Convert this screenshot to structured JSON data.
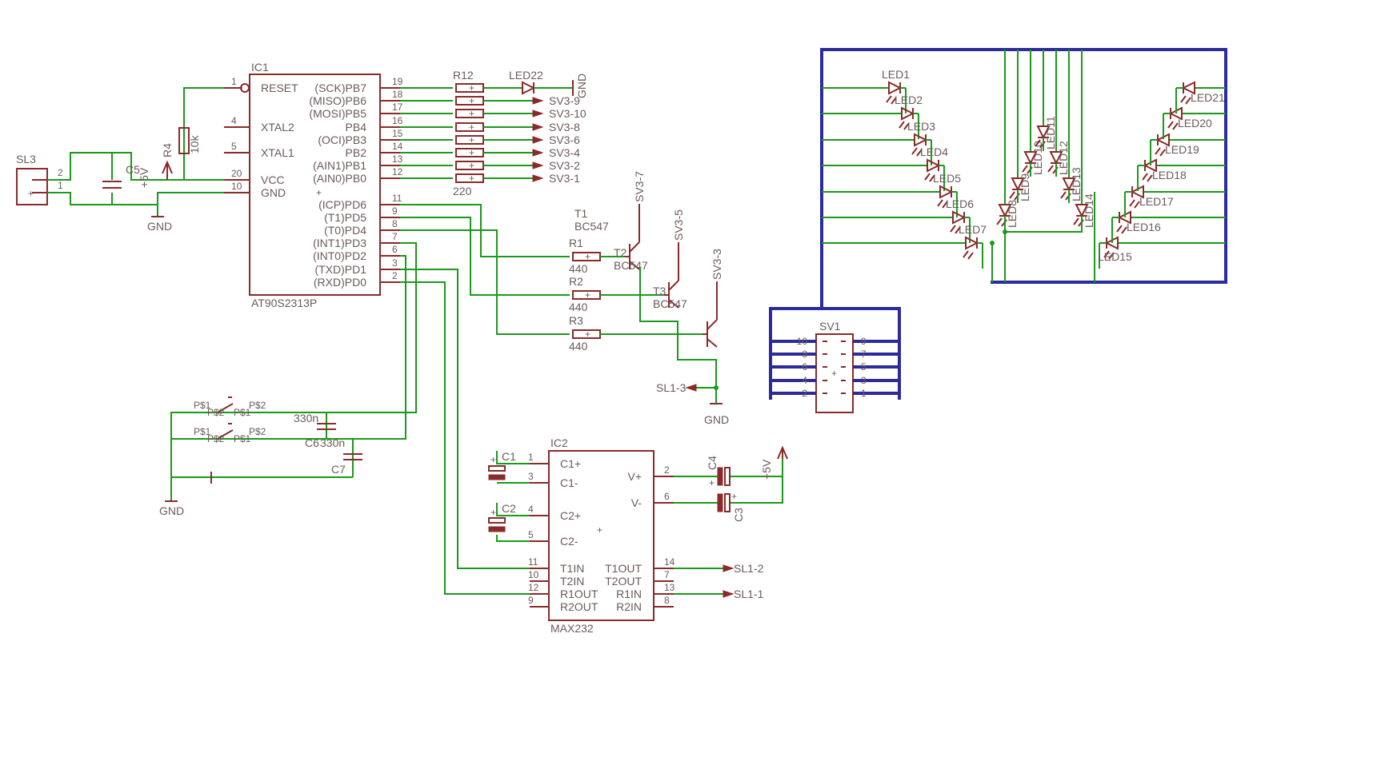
{
  "ic1": {
    "ref": "IC1",
    "part": "AT90S2313P",
    "left_pins": [
      {
        "num": "1",
        "name": "RESET"
      },
      {
        "num": "4",
        "name": "XTAL2"
      },
      {
        "num": "5",
        "name": "XTAL1"
      },
      {
        "num": "20",
        "name": "VCC"
      },
      {
        "num": "10",
        "name": "GND"
      }
    ],
    "right_pins": [
      {
        "num": "19",
        "name": "(SCK)PB7"
      },
      {
        "num": "18",
        "name": "(MISO)PB6"
      },
      {
        "num": "17",
        "name": "(MOSI)PB5"
      },
      {
        "num": "16",
        "name": "PB4"
      },
      {
        "num": "15",
        "name": "(OCI)PB3"
      },
      {
        "num": "14",
        "name": "PB2"
      },
      {
        "num": "13",
        "name": "(AIN1)PB1"
      },
      {
        "num": "12",
        "name": "(AIN0)PB0"
      },
      {
        "num": "11",
        "name": "(ICP)PD6"
      },
      {
        "num": "9",
        "name": "(T1)PD5"
      },
      {
        "num": "8",
        "name": "(T0)PD4"
      },
      {
        "num": "7",
        "name": "(INT1)PD3"
      },
      {
        "num": "6",
        "name": "(INT0)PD2"
      },
      {
        "num": "3",
        "name": "(TXD)PD1"
      },
      {
        "num": "2",
        "name": "(RXD)PD0"
      }
    ]
  },
  "sl3": {
    "ref": "SL3",
    "pin2": "2",
    "pin1": "1"
  },
  "c5": {
    "ref": "C5",
    "supply": "+5V"
  },
  "r4": {
    "ref": "R4",
    "value": "10k"
  },
  "gnd_labels": {
    "gnd1": "GND",
    "gnd2": "GND",
    "gnd3": "GND",
    "led22_gnd": "GND"
  },
  "r12": {
    "ref": "R12",
    "value": "220"
  },
  "led22": {
    "ref": "LED22"
  },
  "pb_nets": [
    "SV3-9",
    "SV3-10",
    "SV3-8",
    "SV3-6",
    "SV3-4",
    "SV3-2",
    "SV3-1"
  ],
  "transistors": {
    "t1": {
      "ref": "T1",
      "part": "BC547"
    },
    "t2": {
      "ref": "T2",
      "part": "BC547"
    },
    "t3": {
      "ref": "T3",
      "part": "BC547"
    },
    "top_nets": [
      "SV3-7",
      "SV3-5",
      "SV3-3"
    ],
    "emitter_net": "SL1-3"
  },
  "resistors": [
    {
      "ref": "R1",
      "value": "440"
    },
    {
      "ref": "R2",
      "value": "440"
    },
    {
      "ref": "R3",
      "value": "440"
    }
  ],
  "switches": {
    "p1": "P$1",
    "p2": "P$2"
  },
  "caps_sw": {
    "c6_ref": "C6",
    "c6_value": "330n",
    "c7_ref": "C7",
    "c7_value": "330n"
  },
  "ic2": {
    "ref": "IC2",
    "part": "MAX232",
    "left_pins": [
      {
        "num": "1",
        "name": "C1+"
      },
      {
        "num": "3",
        "name": "C1-"
      },
      {
        "num": "4",
        "name": "C2+"
      },
      {
        "num": "5",
        "name": "C2-"
      },
      {
        "num": "11",
        "name": "T1IN"
      },
      {
        "num": "10",
        "name": "T2IN"
      },
      {
        "num": "12",
        "name": "R1OUT"
      },
      {
        "num": "9",
        "name": "R2OUT"
      }
    ],
    "right_pins": [
      {
        "num": "2",
        "name": "V+"
      },
      {
        "num": "6",
        "name": "V-"
      },
      {
        "num": "14",
        "name": "T1OUT"
      },
      {
        "num": "7",
        "name": "T2OUT"
      },
      {
        "num": "13",
        "name": "R1IN"
      },
      {
        "num": "8",
        "name": "R2IN"
      }
    ]
  },
  "max_caps": {
    "c1": "C1",
    "c2": "C2",
    "c3": "C3",
    "c4": "C4",
    "supply": "+5V"
  },
  "serial_nets": [
    "SL1-2",
    "SL1-1"
  ],
  "sv1": {
    "ref": "SV1",
    "left_nums": [
      "10",
      "8",
      "6",
      "4",
      "2"
    ],
    "right_nums": [
      "9",
      "7",
      "5",
      "3",
      "1"
    ]
  },
  "leds": {
    "left": [
      "LED1",
      "LED2",
      "LED3",
      "LED4",
      "LED5",
      "LED6",
      "LED7"
    ],
    "middle": [
      "LED8",
      "LED9",
      "LED10",
      "LED11",
      "LED12",
      "LED13",
      "LED14"
    ],
    "right": [
      "LED15",
      "LED16",
      "LED17",
      "LED18",
      "LED19",
      "LED20",
      "LED21"
    ]
  }
}
